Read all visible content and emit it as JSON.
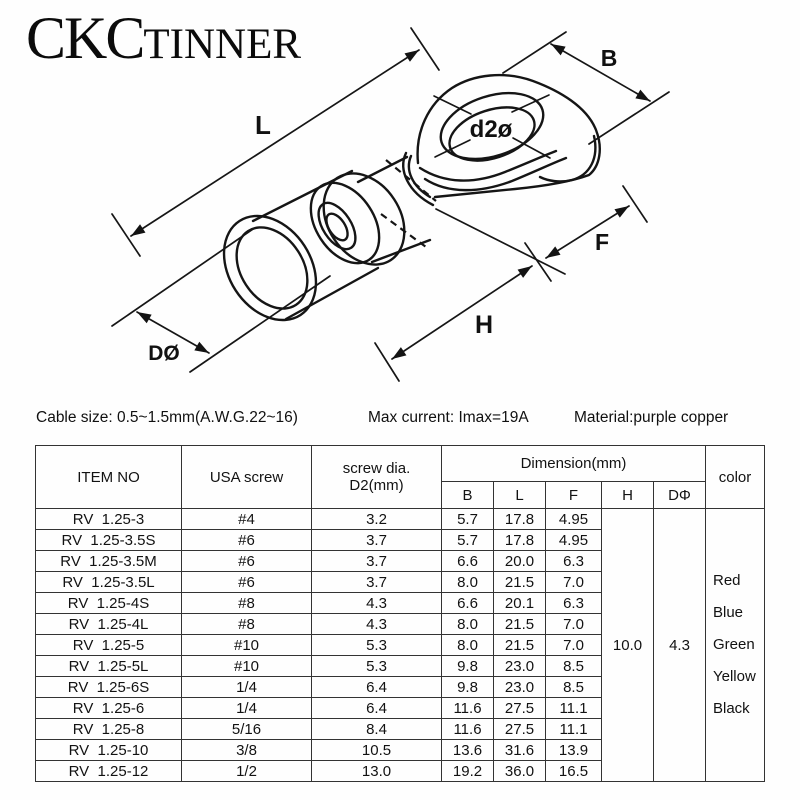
{
  "logo": {
    "brand_large": "CKC",
    "brand_small": "TINNER"
  },
  "diagram": {
    "labels": {
      "l": "L",
      "b": "B",
      "d2": "d2ø",
      "f": "F",
      "h": "H",
      "d": "DØ"
    }
  },
  "specs": {
    "cable_size": "Cable size: 0.5~1.5mm(A.W.G.22~16)",
    "max_current": "Max current: Imax=19A",
    "material": "Material:purple copper"
  },
  "table": {
    "headers": {
      "item_no": "ITEM NO",
      "usa_screw": "USA screw",
      "screw_dia_line1": "screw dia.",
      "screw_dia_line2": "D2(mm)",
      "dimension": "Dimension(mm)",
      "dim_columns": [
        "B",
        "L",
        "F",
        "H",
        "DΦ"
      ],
      "color": "color"
    },
    "rows": [
      {
        "item": "RV  1.25-3",
        "screw": "#4",
        "dia": "3.2",
        "b": "5.7",
        "l": "17.8",
        "f": "4.95"
      },
      {
        "item": "RV  1.25-3.5S",
        "screw": "#6",
        "dia": "3.7",
        "b": "5.7",
        "l": "17.8",
        "f": "4.95"
      },
      {
        "item": "RV  1.25-3.5M",
        "screw": "#6",
        "dia": "3.7",
        "b": "6.6",
        "l": "20.0",
        "f": "6.3"
      },
      {
        "item": "RV  1.25-3.5L",
        "screw": "#6",
        "dia": "3.7",
        "b": "8.0",
        "l": "21.5",
        "f": "7.0"
      },
      {
        "item": "RV  1.25-4S",
        "screw": "#8",
        "dia": "4.3",
        "b": "6.6",
        "l": "20.1",
        "f": "6.3"
      },
      {
        "item": "RV  1.25-4L",
        "screw": "#8",
        "dia": "4.3",
        "b": "8.0",
        "l": "21.5",
        "f": "7.0"
      },
      {
        "item": "RV  1.25-5",
        "screw": "#10",
        "dia": "5.3",
        "b": "8.0",
        "l": "21.5",
        "f": "7.0"
      },
      {
        "item": "RV  1.25-5L",
        "screw": "#10",
        "dia": "5.3",
        "b": "9.8",
        "l": "23.0",
        "f": "8.5"
      },
      {
        "item": "RV  1.25-6S",
        "screw": "1/4",
        "dia": "6.4",
        "b": "9.8",
        "l": "23.0",
        "f": "8.5"
      },
      {
        "item": "RV  1.25-6",
        "screw": "1/4",
        "dia": "6.4",
        "b": "11.6",
        "l": "27.5",
        "f": "11.1"
      },
      {
        "item": "RV  1.25-8",
        "screw": "5/16",
        "dia": "8.4",
        "b": "11.6",
        "l": "27.5",
        "f": "11.1"
      },
      {
        "item": "RV  1.25-10",
        "screw": "3/8",
        "dia": "10.5",
        "b": "13.6",
        "l": "31.6",
        "f": "13.9"
      },
      {
        "item": "RV  1.25-12",
        "screw": "1/2",
        "dia": "13.0",
        "b": "19.2",
        "l": "36.0",
        "f": "16.5"
      }
    ],
    "merged": {
      "h": "10.0",
      "dphi": "4.3",
      "colors": [
        "Red",
        "Blue",
        "Green",
        "Yellow",
        "Black"
      ]
    }
  }
}
